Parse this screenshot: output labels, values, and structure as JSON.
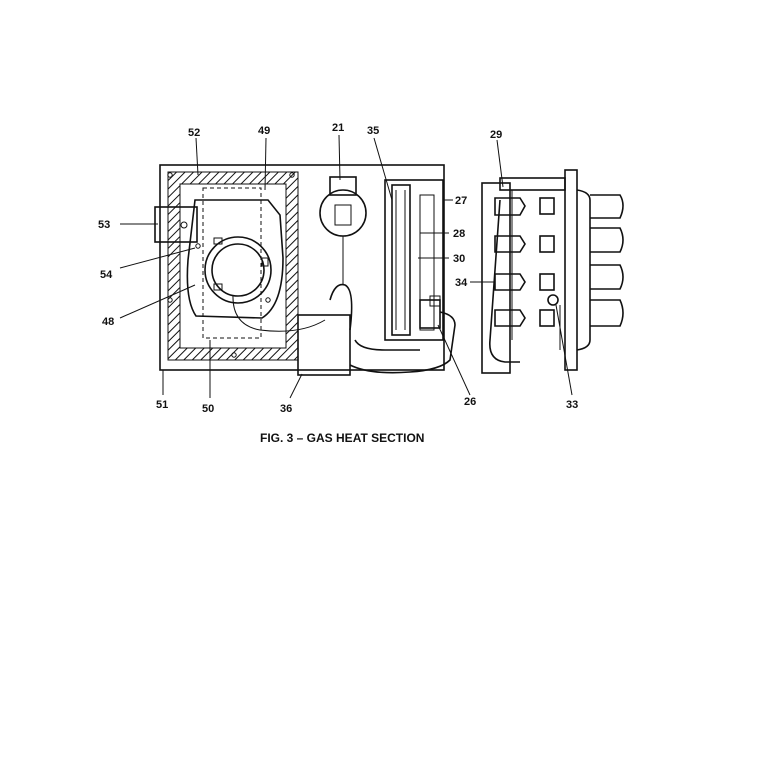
{
  "figure": {
    "caption": "FIG. 3 – GAS HEAT SECTION",
    "callouts": [
      "52",
      "49",
      "21",
      "35",
      "29",
      "53",
      "27",
      "28",
      "54",
      "30",
      "34",
      "48",
      "51",
      "50",
      "36",
      "26",
      "33"
    ]
  }
}
